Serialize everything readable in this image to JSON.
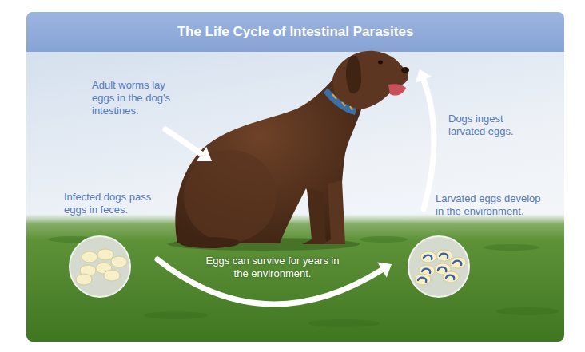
{
  "diagram": {
    "title": "The Life Cycle of Intestinal Parasites",
    "labels": [
      "Adult worms lay eggs in the dog's intestines.",
      "Dogs ingest larvated eggs.",
      "Infected dogs pass eggs in feces.",
      "Larvated eggs develop in the environment.",
      "Eggs can survive for years in the environment."
    ]
  }
}
